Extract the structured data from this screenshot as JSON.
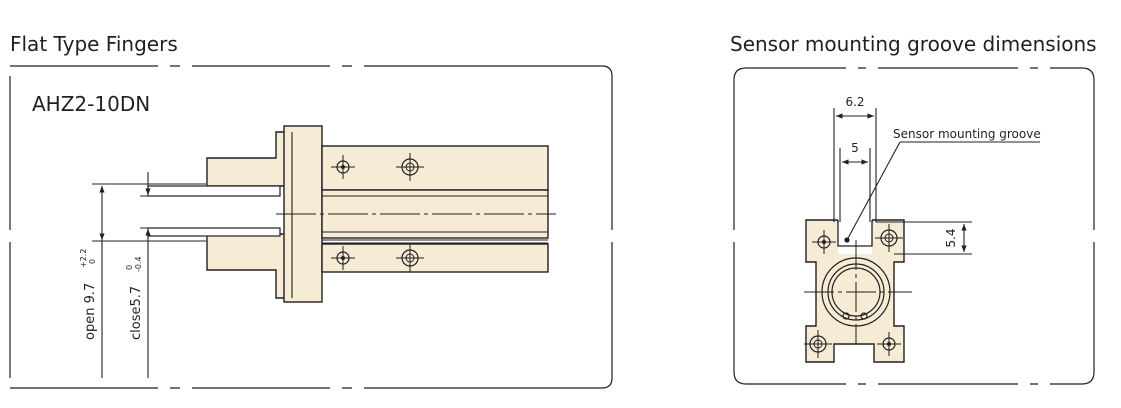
{
  "left_panel": {
    "title": "Flat Type Fingers",
    "model": "AHZ2-10DN",
    "open_label": "open 9.7",
    "open_tol_upper": "+2.2",
    "open_tol_lower": "0",
    "close_label": "close5.7",
    "close_tol_upper": "0",
    "close_tol_lower": "-0.4"
  },
  "right_panel": {
    "title": "Sensor mounting groove dimensions",
    "dim_outer": "6.2",
    "dim_inner": "5",
    "dim_depth": "5.4",
    "groove_label": "Sensor mounting groove"
  },
  "colors": {
    "body_fill": "#f6ebd5",
    "line": "#231f20"
  }
}
